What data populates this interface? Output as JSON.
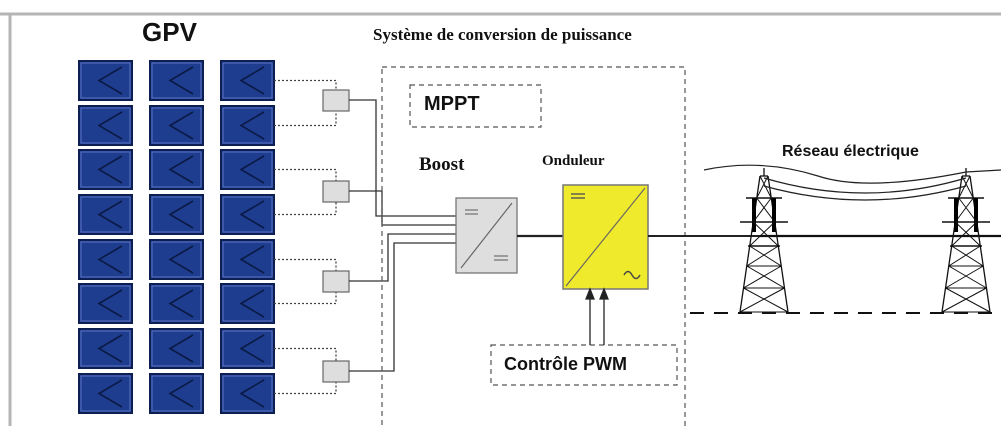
{
  "labels": {
    "gpv": "GPV",
    "pcs_title": "Système de conversion de puissance",
    "mppt": "MPPT",
    "boost": "Boost",
    "onduleur": "Onduleur",
    "reseau": "Réseau électrique",
    "pwm": "Contrôle PWM"
  },
  "colors": {
    "panel_fill": "#1f3d8f",
    "panel_stroke": "#0d1f52",
    "inverter_fill": "#f0ea2c",
    "boost_fill": "#dcdcdc",
    "frame": "#b0b0b0"
  }
}
